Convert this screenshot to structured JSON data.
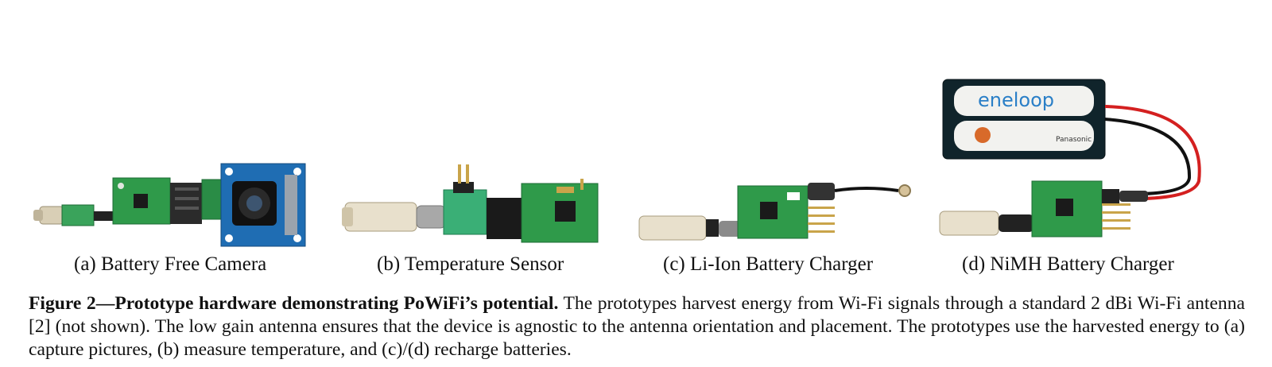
{
  "panels": [
    {
      "id": "a",
      "caption": "(a) Battery Free Camera"
    },
    {
      "id": "b",
      "caption": "(b) Temperature Sensor"
    },
    {
      "id": "c",
      "caption": "(c) Li-Ion Battery Charger"
    },
    {
      "id": "d",
      "caption": "(d) NiMH Battery Charger"
    }
  ],
  "battery_label": "eneloop",
  "battery_brand": "Panasonic",
  "figure_caption": {
    "label": "Figure 2",
    "dash": "—",
    "bold_title": "Prototype hardware demonstrating PoWiFi’s potential.",
    "body": " The prototypes harvest energy from Wi-Fi signals through a standard 2 dBi Wi-Fi antenna [2] (not shown). The low gain antenna ensures that the device is agnostic to the antenna orientation and placement. The prototypes use the harvested energy to (a) capture pictures, (b) measure temperature, and (c)/(d) recharge batteries."
  },
  "colors": {
    "pcb_green": "#2f9a4a",
    "camera_blue": "#1f6db3",
    "connector_black": "#1a1a1a",
    "gold_pins": "#c9a44a",
    "jack_cream": "#e8e0cc"
  }
}
